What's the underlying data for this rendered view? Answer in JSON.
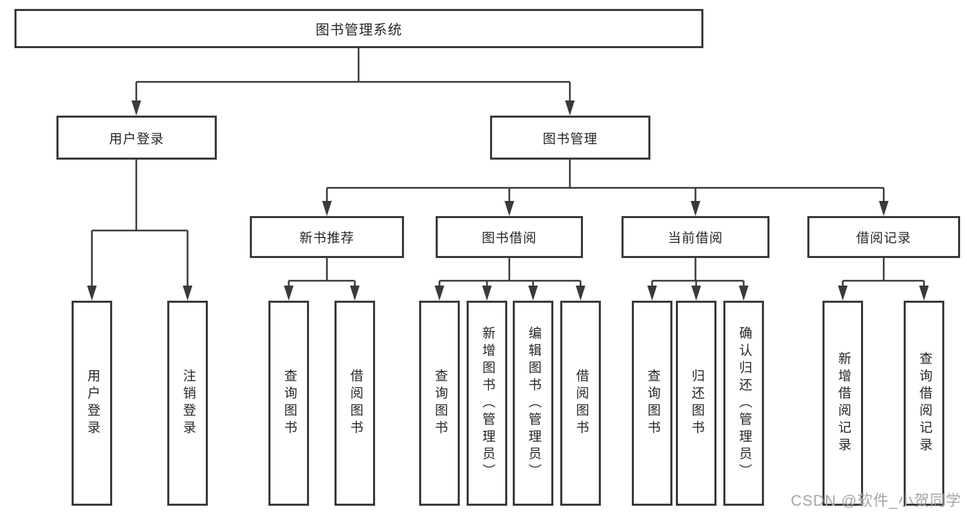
{
  "diagram": {
    "root": {
      "label": "图书管理系统"
    },
    "branches": {
      "user": {
        "label": "用户登录",
        "children": [
          {
            "label": "用户登录"
          },
          {
            "label": "注销登录"
          }
        ]
      },
      "book": {
        "label": "图书管理",
        "groups": [
          {
            "label": "新书推荐",
            "children": [
              {
                "label": "查询图书"
              },
              {
                "label": "借阅图书"
              }
            ]
          },
          {
            "label": "图书借阅",
            "children": [
              {
                "label": "查询图书"
              },
              {
                "label": "新增图书（管理员）"
              },
              {
                "label": "编辑图书（管理员）"
              },
              {
                "label": "借阅图书"
              }
            ]
          },
          {
            "label": "当前借阅",
            "children": [
              {
                "label": "查询图书"
              },
              {
                "label": "归还图书"
              },
              {
                "label": "确认归还（管理员）"
              }
            ]
          },
          {
            "label": "借阅记录",
            "children": [
              {
                "label": "新增借阅记录"
              },
              {
                "label": "查询借阅记录"
              }
            ]
          }
        ]
      }
    },
    "watermark": "CSDN @软件_小贺同学",
    "colors": {
      "line": "#3a3a3a",
      "border": "#3a3a3a",
      "text": "#262626",
      "watermark": "#a6a6a6",
      "background": "#ffffff"
    }
  }
}
